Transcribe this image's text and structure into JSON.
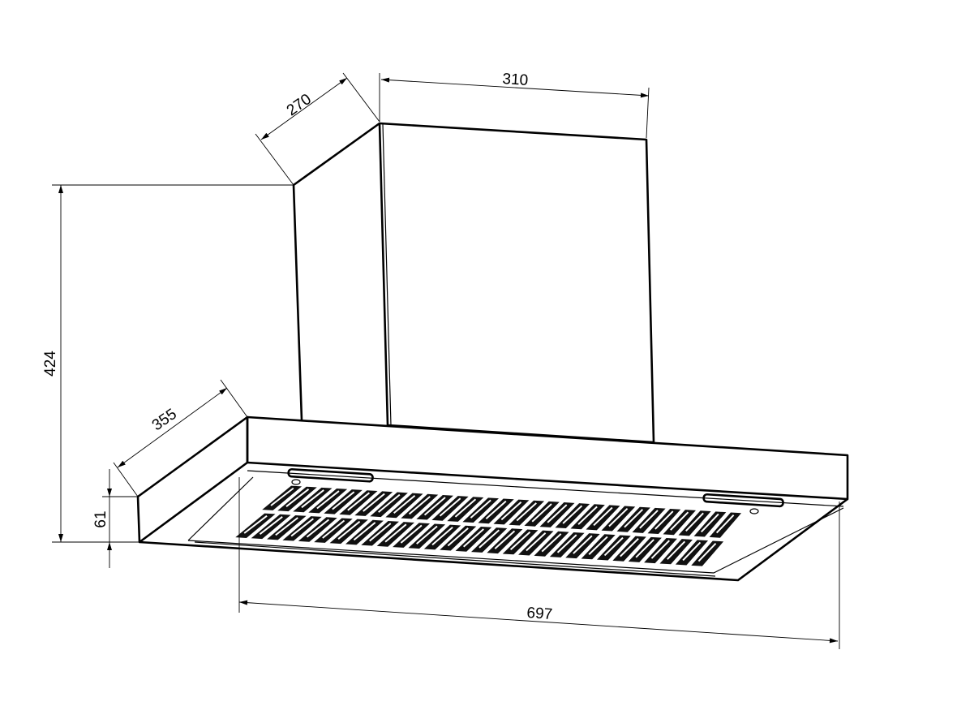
{
  "title": "Range hood dimension drawing",
  "dimensions": {
    "chimney_width": "310",
    "chimney_depth": "270",
    "total_height": "424",
    "canopy_depth": "355",
    "canopy_height": "61",
    "canopy_width": "697"
  },
  "colors": {
    "line": "#000000",
    "background": "#ffffff"
  }
}
